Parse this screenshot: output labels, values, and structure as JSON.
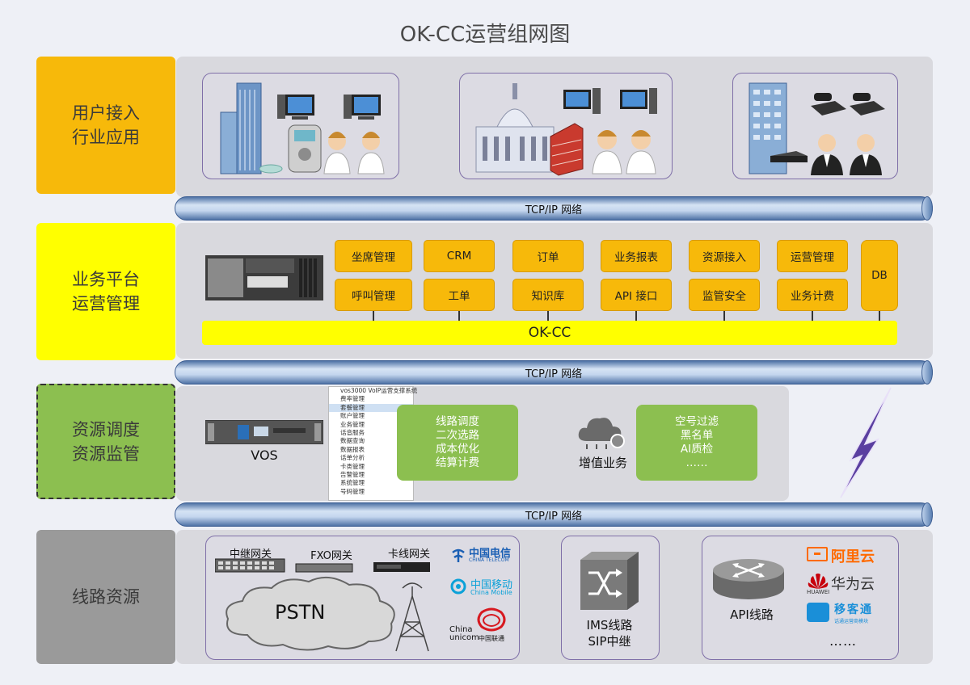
{
  "title": "OK-CC运营组网图",
  "layers": {
    "user_access": "用户接入\n行业应用",
    "platform": "业务平台\n运营管理",
    "resource_mgmt": "资源调度\n资源监管",
    "line": "线路资源"
  },
  "network_label": "TCP/IP 网络",
  "modules": [
    {
      "top": "坐席管理",
      "bottom": "呼叫管理"
    },
    {
      "top": "CRM",
      "bottom": "工单"
    },
    {
      "top": "订单",
      "bottom": "知识库"
    },
    {
      "top": "业务报表",
      "bottom": "API 接口"
    },
    {
      "top": "资源接入",
      "bottom": "监管安全"
    },
    {
      "top": "运营管理",
      "bottom": "业务计费"
    }
  ],
  "db": "DB",
  "okcc": "OK-CC",
  "vos": "VOS",
  "vos_tree": {
    "title": "vos3000 VoIP运营支撑系统",
    "items": [
      "费率管理",
      "套餐管理",
      "账户管理",
      "业务管理",
      "话音服务",
      "数据查询",
      "数据报表",
      "话单分析",
      "卡类管理",
      "告警管理",
      "系统管理",
      "号码管理"
    ]
  },
  "routing_box": [
    "线路调度",
    "二次选路",
    "成本优化",
    "结算计费"
  ],
  "value_added": "增值业务",
  "filter_box": [
    "空号过滤",
    "黑名单",
    "AI质检",
    "……"
  ],
  "gateways": {
    "trunk": "中继网关",
    "fxo": "FXO网关",
    "card": "卡线网关"
  },
  "pstn": "PSTN",
  "carriers": {
    "telecom": "中国电信",
    "telecom_en": "CHINA TELECOM",
    "mobile": "中国移动",
    "mobile_en": "China Mobile",
    "unicom": "中国联通",
    "unicom_en_a": "China",
    "unicom_en_b": "unicom"
  },
  "ims": "IMS线路\nSIP中继",
  "api_line": "API线路",
  "clouds": {
    "aliyun": "阿里云",
    "huawei": "华为云",
    "huawei_en": "HUAWEI",
    "ykt": "移客通",
    "ykt_sub": "话通运营商模块"
  },
  "more": "……",
  "colors": {
    "orange": "#f7b90a",
    "yellow": "#ffff00",
    "green": "#8cbf50",
    "gray": "#9a9a9a",
    "pipe": "#4f73a6",
    "bolt": "#5a3fa0"
  }
}
